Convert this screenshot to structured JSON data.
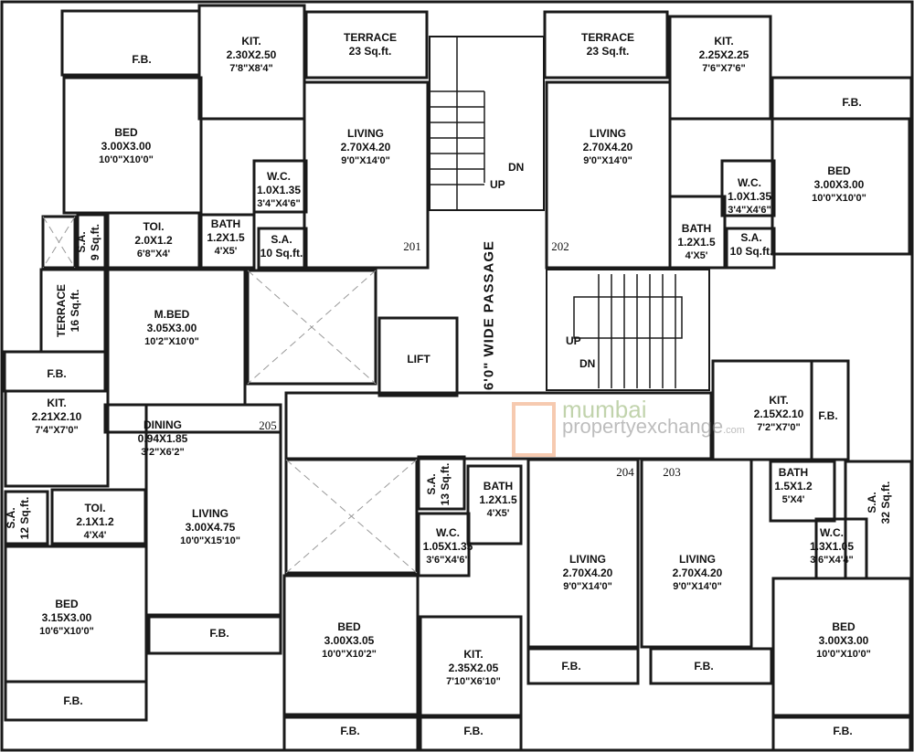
{
  "rooms": [
    {
      "name": "F.B."
    },
    {
      "name": "KIT.",
      "m": "2.30X2.50",
      "ft": "7'8\"X8'4\""
    },
    {
      "name": "TERRACE",
      "m": "23 Sq.ft."
    },
    {
      "name": "BED",
      "m": "3.00X3.00",
      "ft": "10'0\"X10'0\""
    },
    {
      "name": "LIVING",
      "m": "2.70X4.20",
      "ft": "9'0\"X14'0\""
    },
    {
      "name": "W.C.",
      "m": "1.0X1.35",
      "ft": "3'4\"X4'6\""
    },
    {
      "name": "BATH",
      "m": "1.2X1.5",
      "ft": "4'X5'"
    },
    {
      "name": "S.A.",
      "m": "10 Sq.ft."
    },
    {
      "name": "S.A.",
      "m": "9 Sq.ft."
    },
    {
      "name": "TOI.",
      "m": "2.0X1.2",
      "ft": "6'8\"X4'"
    },
    {
      "name": "TERRACE",
      "m": "16 Sq.ft."
    },
    {
      "name": "F.B."
    },
    {
      "name": "M.BED",
      "m": "3.05X3.00",
      "ft": "10'2\"X10'0\""
    },
    {
      "name": "LIFT"
    },
    {
      "name": "KIT.",
      "m": "2.21X2.10",
      "ft": "7'4\"X7'0\""
    },
    {
      "name": "DINING",
      "m": "0.94X1.85",
      "ft": "3'2\"X6'2\""
    },
    {
      "name": "S.A.",
      "m": "12 Sq.ft."
    },
    {
      "name": "TOI.",
      "m": "2.1X1.2",
      "ft": "4'X4'"
    },
    {
      "name": "LIVING",
      "m": "3.00X4.75",
      "ft": "10'0\"X15'10\""
    },
    {
      "name": "BED",
      "m": "3.15X3.00",
      "ft": "10'6\"X10'0\""
    },
    {
      "name": "F.B."
    },
    {
      "name": "F.B."
    },
    {
      "name": "S.A.",
      "m": "13 Sq.ft."
    },
    {
      "name": "BATH",
      "m": "1.2X1.5",
      "ft": "4'X5'"
    },
    {
      "name": "W.C.",
      "m": "1.05X1.35",
      "ft": "3'6\"X4'6\""
    },
    {
      "name": "LIVING",
      "m": "2.70X4.20",
      "ft": "9'0\"X14'0\""
    },
    {
      "name": "BED",
      "m": "3.00X3.05",
      "ft": "10'0\"X10'2\""
    },
    {
      "name": "KIT.",
      "m": "2.35X2.05",
      "ft": "7'10\"X6'10\""
    },
    {
      "name": "F.B."
    },
    {
      "name": "F.B."
    },
    {
      "name": "F.B."
    },
    {
      "name": "LIVING",
      "m": "2.70X4.20",
      "ft": "9'0\"X14'0\""
    },
    {
      "name": "KIT.",
      "m": "2.15X2.10",
      "ft": "7'2\"X7'0\""
    },
    {
      "name": "F.B."
    },
    {
      "name": "BATH",
      "m": "1.5X1.2",
      "ft": "5'X4'"
    },
    {
      "name": "W.C.",
      "m": "1.3X1.05",
      "ft": "3'6\"X4'4\""
    },
    {
      "name": "S.A.",
      "m": "32 Sq.ft."
    },
    {
      "name": "BED",
      "m": "3.00X3.00",
      "ft": "10'0\"X10'0\""
    },
    {
      "name": "F.B."
    },
    {
      "name": "F.B."
    },
    {
      "name": "TERRACE",
      "m": "23 Sq.ft."
    },
    {
      "name": "KIT.",
      "m": "2.25X2.25",
      "ft": "7'6\"X7'6\""
    },
    {
      "name": "F.B."
    },
    {
      "name": "LIVING",
      "m": "2.70X4.20",
      "ft": "9'0\"X14'0\""
    },
    {
      "name": "BED",
      "m": "3.00X3.00",
      "ft": "10'0\"X10'0\""
    },
    {
      "name": "W.C.",
      "m": "1.0X1.35",
      "ft": "3'4\"X4'6\""
    },
    {
      "name": "BATH",
      "m": "1.2X1.5",
      "ft": "4'X5'"
    },
    {
      "name": "S.A.",
      "m": "10 Sq.ft."
    }
  ],
  "doors": [
    "201",
    "202",
    "203",
    "204",
    "205"
  ],
  "stairs": {
    "top_dn": "DN",
    "top_up": "UP",
    "bottom_up": "UP",
    "bottom_dn": "DN"
  },
  "passage": "6'0\" WIDE PASSAGE",
  "watermark": {
    "line1": "mumbai",
    "line2": "propertyexchange",
    "suffix": ".com"
  }
}
